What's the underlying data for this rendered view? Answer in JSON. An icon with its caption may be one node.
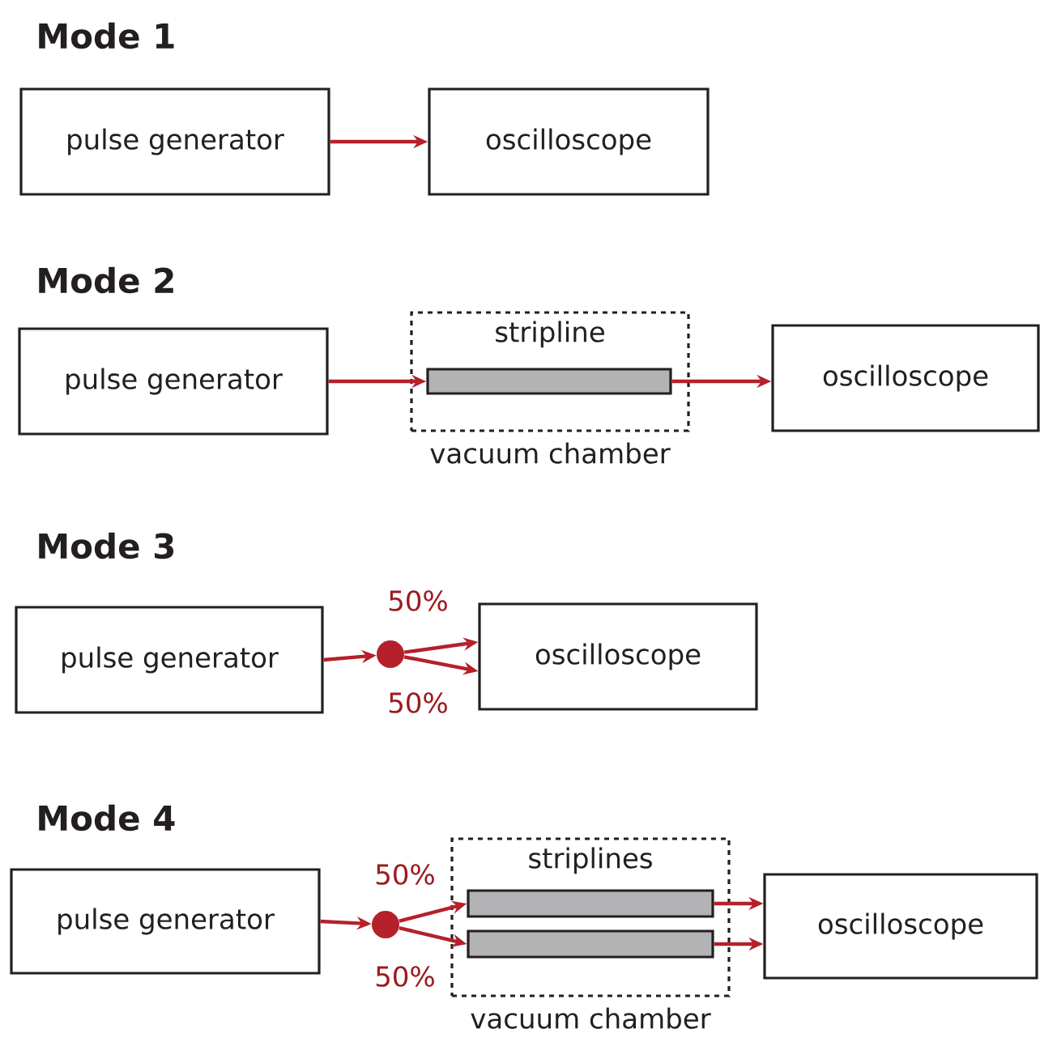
{
  "diagram": {
    "nodes": [
      {
        "text": [
          "pulse generator"
        ]
      },
      {
        "text": [
          "oscilloscope"
        ]
      },
      {
        "text": [
          "pulse generator"
        ]
      },
      {
        "text": [
          "stripline",
          "vacuum chamber"
        ]
      },
      {
        "text": [],
        "shape": "bar",
        "in": 3
      },
      {
        "text": [
          "oscilloscope"
        ]
      },
      {
        "text": [
          "pulse generator"
        ]
      },
      {
        "text": [],
        "shape": "circle"
      },
      {
        "text": [
          "oscilloscope"
        ]
      },
      {
        "text": [
          "pulse generator"
        ]
      },
      {
        "text": [],
        "shape": "circle"
      },
      {
        "text": [
          "striplines",
          "vacuum chamber"
        ]
      },
      {
        "text": [],
        "shape": "bar",
        "in": 11
      },
      {
        "text": [],
        "shape": "bar",
        "in": 11
      },
      {
        "text": [
          "oscilloscope"
        ]
      }
    ],
    "edges": [
      {
        "from": 0,
        "to": 1,
        "arrow": "to"
      },
      {
        "from": 2,
        "to": 4,
        "arrow": "to"
      },
      {
        "from": 4,
        "to": 5,
        "arrow": "to"
      },
      {
        "from": 6,
        "to": 7,
        "arrow": "to"
      },
      {
        "from": 7,
        "to": 8,
        "arrow": "to",
        "label": "50%"
      },
      {
        "from": 7,
        "to": 8,
        "arrow": "to",
        "label": "50%"
      },
      {
        "from": 9,
        "to": 10,
        "arrow": "to"
      },
      {
        "from": 10,
        "to": 12,
        "arrow": "to",
        "label": "50%"
      },
      {
        "from": 10,
        "to": 13,
        "arrow": "to",
        "label": "50%"
      },
      {
        "from": 12,
        "to": 14,
        "arrow": "to"
      },
      {
        "from": 13,
        "to": 14,
        "arrow": "to"
      }
    ],
    "labels": [
      "Mode 1",
      "Mode 2",
      "Mode 3",
      "Mode 4"
    ]
  }
}
